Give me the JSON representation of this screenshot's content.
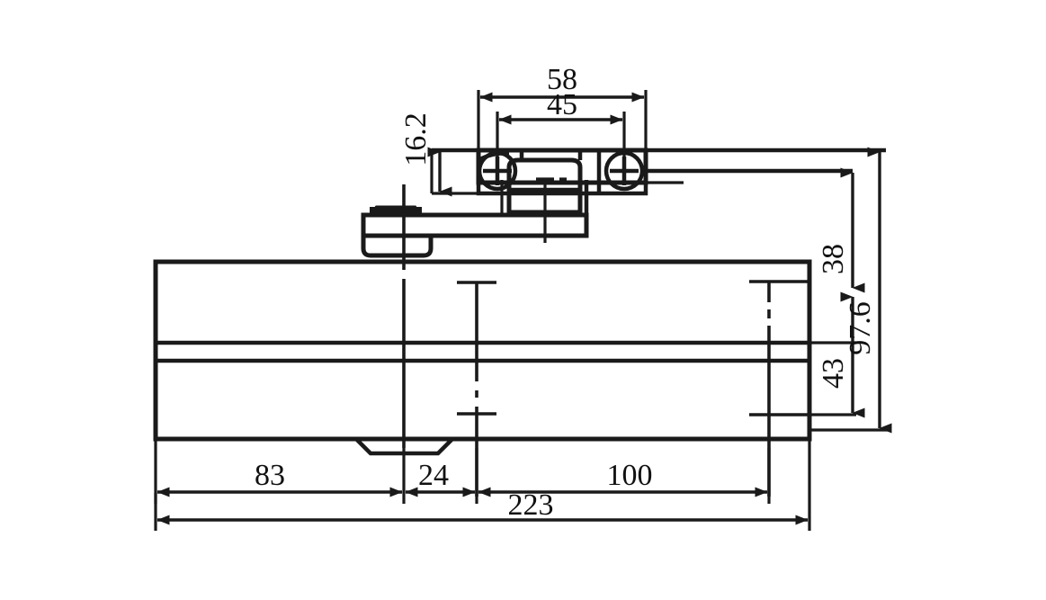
{
  "drawing": {
    "title": "Door closer body technical dimension drawing",
    "units": "mm",
    "line_color": "#1a1a1a",
    "background": "#ffffff",
    "dimensions": {
      "top_bracket_outer": "58",
      "top_bracket_inner": "45",
      "bracket_drop": "16.2",
      "arm_to_body_top": "38",
      "body_lower_height": "43",
      "total_height": "97.6",
      "left_segment": "83",
      "mid_segment": "24",
      "right_segment": "100",
      "overall_length": "223"
    },
    "labels": [
      {
        "name": "dim-58",
        "value": "58"
      },
      {
        "name": "dim-45",
        "value": "45"
      },
      {
        "name": "dim-16-2",
        "value": "16.2"
      },
      {
        "name": "dim-38",
        "value": "38"
      },
      {
        "name": "dim-43",
        "value": "43"
      },
      {
        "name": "dim-97-6",
        "value": "97.6"
      },
      {
        "name": "dim-83",
        "value": "83"
      },
      {
        "name": "dim-24",
        "value": "24"
      },
      {
        "name": "dim-100",
        "value": "100"
      },
      {
        "name": "dim-223",
        "value": "223"
      }
    ]
  }
}
